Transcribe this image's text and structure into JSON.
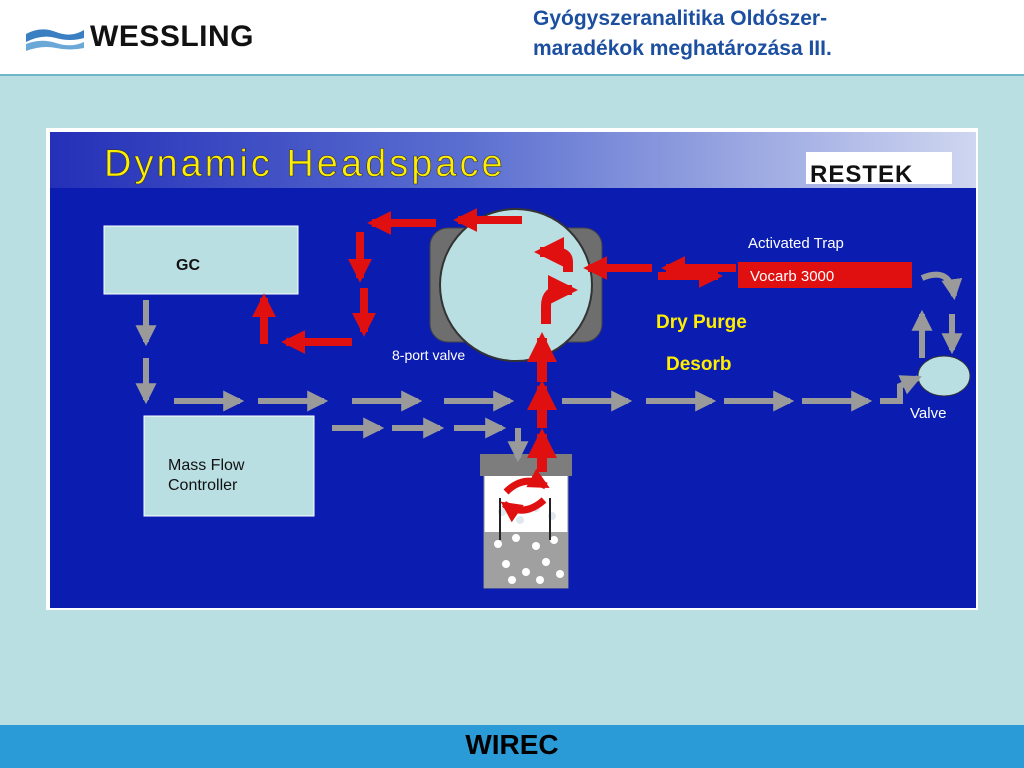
{
  "header": {
    "logo_text": "WESSLING",
    "title_line1": "Gyógyszeranalitika Oldószer-",
    "title_line2": "maradékok meghatározása III."
  },
  "slide": {
    "title": "Dynamic Headspace",
    "brand_logo": "RESTEK",
    "labels": {
      "gc": "GC",
      "mass_flow_line1": "Mass Flow",
      "mass_flow_line2": "Controller",
      "port_valve": "8-port valve",
      "activated_trap": "Activated Trap",
      "vocarb": "Vocarb 3000",
      "dry_purge": "Dry Purge",
      "desorb": "Desorb",
      "valve": "Valve"
    }
  },
  "footer": {
    "text": "WIREC"
  },
  "colors": {
    "slide_background": "#0b1db0",
    "flow_arrow_red": "#e01010",
    "flow_arrow_gray": "#9a9a9a",
    "highlight_yellow": "#ffee00",
    "box_light_blue": "#b9dfe3",
    "footer_blue": "#2a9bd6",
    "title_blue": "#1c4fa0"
  }
}
